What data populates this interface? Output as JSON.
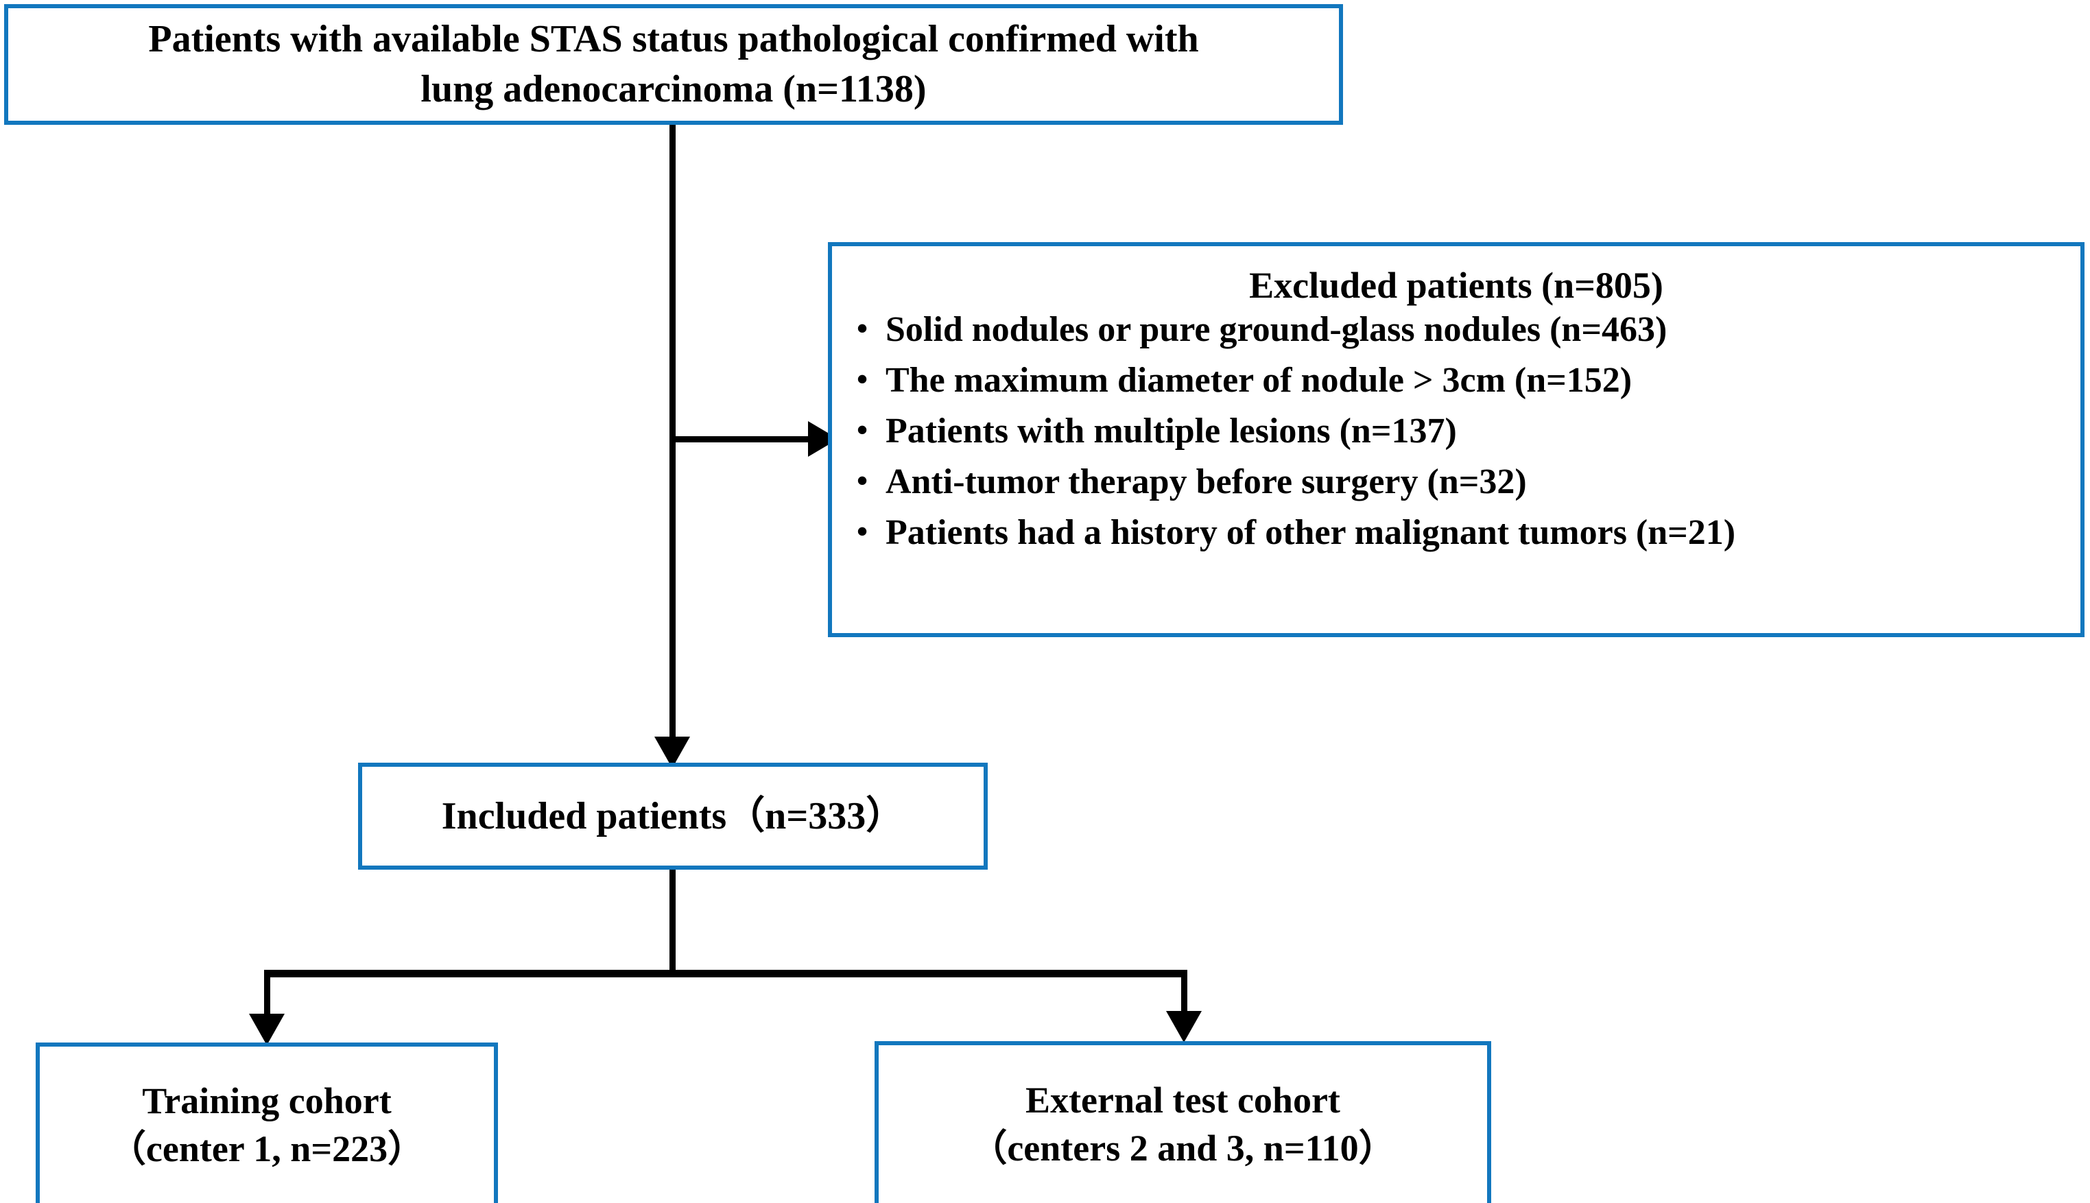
{
  "figure": {
    "type": "flowchart",
    "title": "Patient selection flowchart"
  },
  "nodes": {
    "source": {
      "label": "Patients with available STAS status pathological confirmed with\nlung adenocarcinoma (n=1138)",
      "count": 1138
    },
    "excluded": {
      "title": "Excluded  patients (n=805)",
      "count": 805,
      "bullet": "•",
      "items": [
        {
          "label": "Solid nodules or pure ground-glass nodules (n=463)",
          "count": 463
        },
        {
          "label": "The maximum diameter of nodule > 3cm (n=152)",
          "count": 152
        },
        {
          "label": "Patients with multiple lesions (n=137)",
          "count": 137
        },
        {
          "label": "Anti-tumor therapy before surgery (n=32)",
          "count": 32
        },
        {
          "label": "Patients had a history of other malignant tumors (n=21)",
          "count": 21
        }
      ]
    },
    "included": {
      "label": "Included patients（n=333）",
      "count": 333
    },
    "training": {
      "label": "Training cohort\n（center 1, n=223）",
      "count": 223
    },
    "external": {
      "label": "External test cohort\n（centers 2 and 3, n=110）",
      "count": 110
    }
  },
  "style": {
    "box_border_color": "#1277be",
    "connector_color": "#000000",
    "background_color": "#ffffff",
    "text_color": "#000000"
  }
}
